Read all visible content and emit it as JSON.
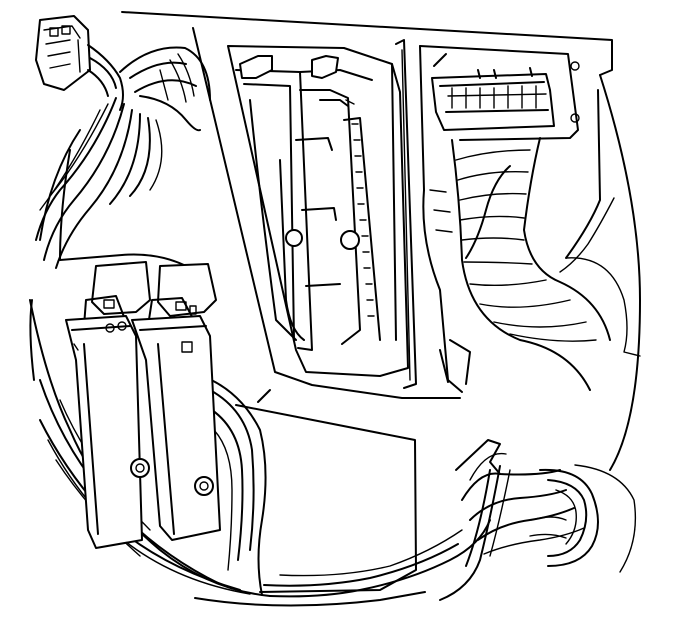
{
  "diagram": {
    "style": "black line art on white background",
    "stroke_color": "#000000",
    "background_color": "#ffffff",
    "components": [
      "panel-cutout",
      "wiring-harness",
      "harness-connector",
      "engine-control-module",
      "diagnostic-connector",
      "relay-connector-left",
      "relay-connector-right",
      "bracket-plate",
      "wire-bundle-lower-right"
    ]
  }
}
